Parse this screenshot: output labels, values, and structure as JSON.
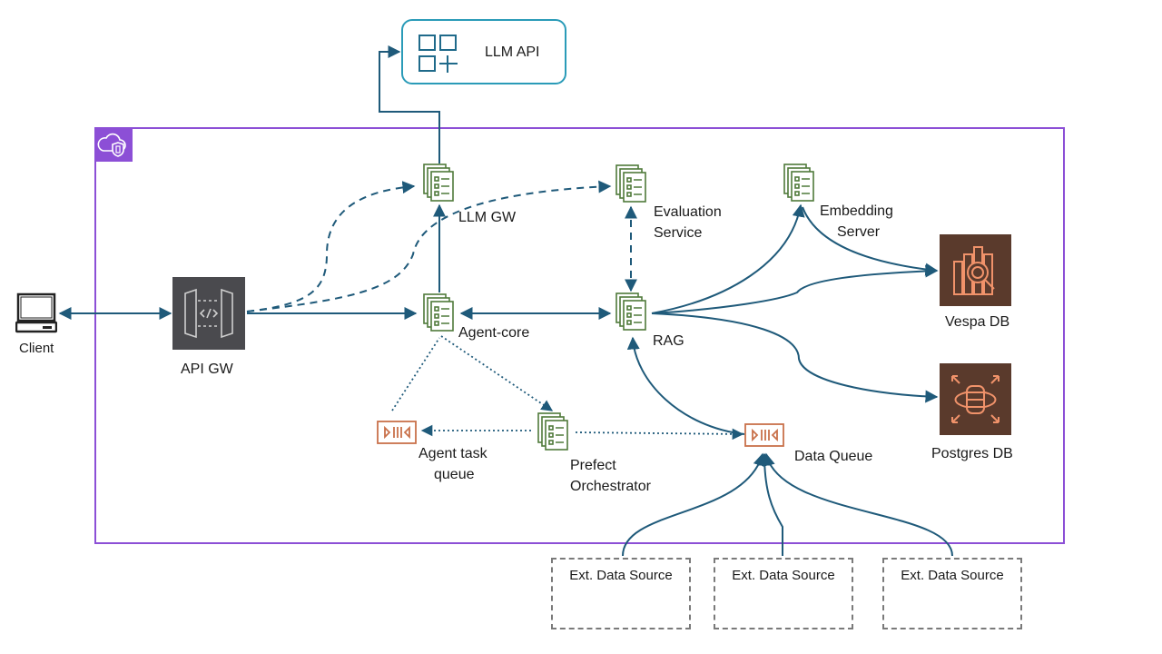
{
  "external": {
    "llm_api": {
      "label": "LLM API",
      "icon": "grid-plus-icon"
    },
    "client": {
      "label": "Client",
      "icon": "laptop-icon"
    },
    "ext_sources": [
      {
        "label": "Ext. Data Source"
      },
      {
        "label": "Ext. Data Source"
      },
      {
        "label": "Ext. Data Source"
      }
    ]
  },
  "vpc": {
    "icon": "cloud-shield-icon"
  },
  "nodes": {
    "api_gw": {
      "label": "API GW",
      "icon": "api-gateway-icon"
    },
    "llm_gw": {
      "label": "LLM GW",
      "icon": "service-docs-icon"
    },
    "agent_core": {
      "label": "Agent-core",
      "icon": "service-docs-icon"
    },
    "evaluation": {
      "label_line1": "Evaluation",
      "label_line2": "Service",
      "icon": "service-docs-icon"
    },
    "rag": {
      "label": "RAG",
      "icon": "service-docs-icon"
    },
    "embedding": {
      "label_line1": "Embedding",
      "label_line2": "Server",
      "icon": "service-docs-icon"
    },
    "vespa": {
      "label": "Vespa DB",
      "icon": "search-analytics-icon"
    },
    "postgres": {
      "label": "Postgres DB",
      "icon": "database-icon"
    },
    "agent_queue": {
      "label_line1": "Agent task",
      "label_line2": "queue",
      "icon": "queue-icon"
    },
    "prefect": {
      "label_line1": "Prefect",
      "label_line2": "Orchestrator",
      "icon": "service-docs-icon"
    },
    "data_queue": {
      "label": "Data Queue",
      "icon": "queue-icon"
    }
  },
  "colors": {
    "connector": "#1f5a7a",
    "vpc_border": "#8c4fd6",
    "llm_api_border": "#2a9bb8",
    "service_icon": "#4f7a3a",
    "queue_icon": "#c9714a",
    "db_bg": "#5a3a2c",
    "db_icon": "#f0926a",
    "apigw_bg": "#4a4a4e"
  }
}
